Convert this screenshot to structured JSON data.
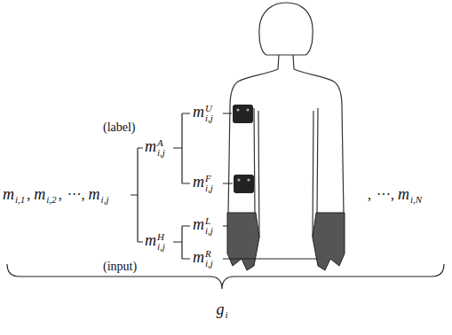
{
  "diagram": {
    "labels": [
      "m",
      "i,1",
      ",",
      "m",
      "i,2",
      ",",
      "···,",
      "m",
      "i,j",
      "(label)",
      "m",
      "A",
      "i,j",
      "m",
      "U",
      "i,j",
      "m",
      "F",
      "i,j",
      "m",
      "H",
      "i,j",
      "(input)",
      "m",
      "L",
      "i,j",
      "m",
      "R",
      "i,j",
      ",",
      "···,",
      "m",
      "i,N",
      "g",
      "i"
    ]
  }
}
